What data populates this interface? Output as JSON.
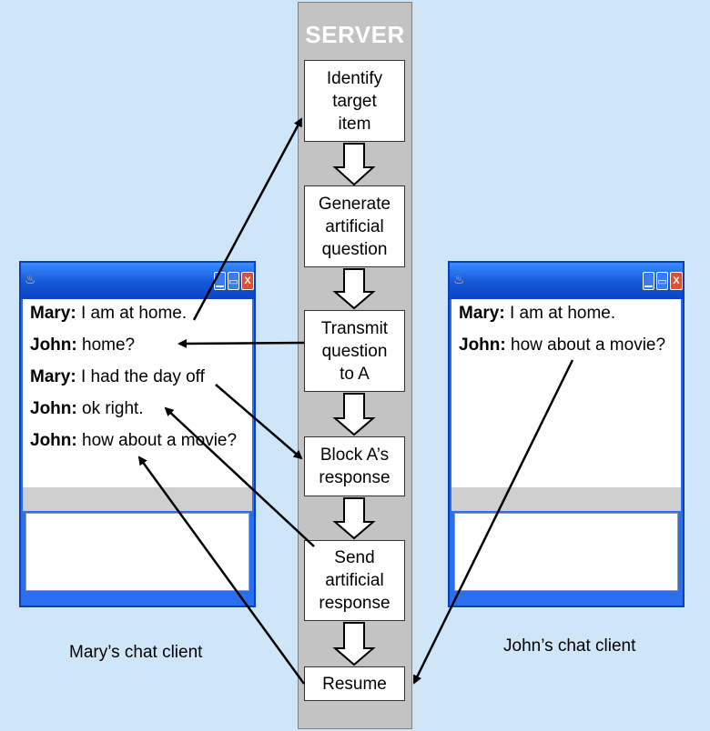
{
  "server": {
    "title": "SERVER",
    "steps": [
      "Identify\ntarget\nitem",
      "Generate\nartificial\nquestion",
      "Transmit\nquestion\nto A",
      "Block A’s\nresponse",
      "Send\nartificial\nresponse",
      "Resume"
    ]
  },
  "mary_client": {
    "caption": "Mary’s chat client",
    "messages": [
      {
        "speaker": "Mary:",
        "text": " I am at home."
      },
      {
        "speaker": "John:",
        "text": " home?"
      },
      {
        "speaker": "Mary:",
        "text": " I had the day off"
      },
      {
        "speaker": "John:",
        "text": " ok right."
      },
      {
        "speaker": "John:",
        "text": " how about a movie?"
      }
    ]
  },
  "john_client": {
    "caption": "John’s chat client",
    "messages": [
      {
        "speaker": "Mary:",
        "text": " I am at home."
      },
      {
        "speaker": "John:",
        "text": " how about a movie?"
      }
    ]
  },
  "colors": {
    "background": "#cfe6f8",
    "server_column": "#c3c3c3",
    "window_frame": "#0a3fbf",
    "close_button": "#e0502e"
  },
  "icons": {
    "app": "java-icon",
    "minimize": "minimize-icon",
    "maximize": "maximize-icon",
    "close": "close-icon"
  }
}
